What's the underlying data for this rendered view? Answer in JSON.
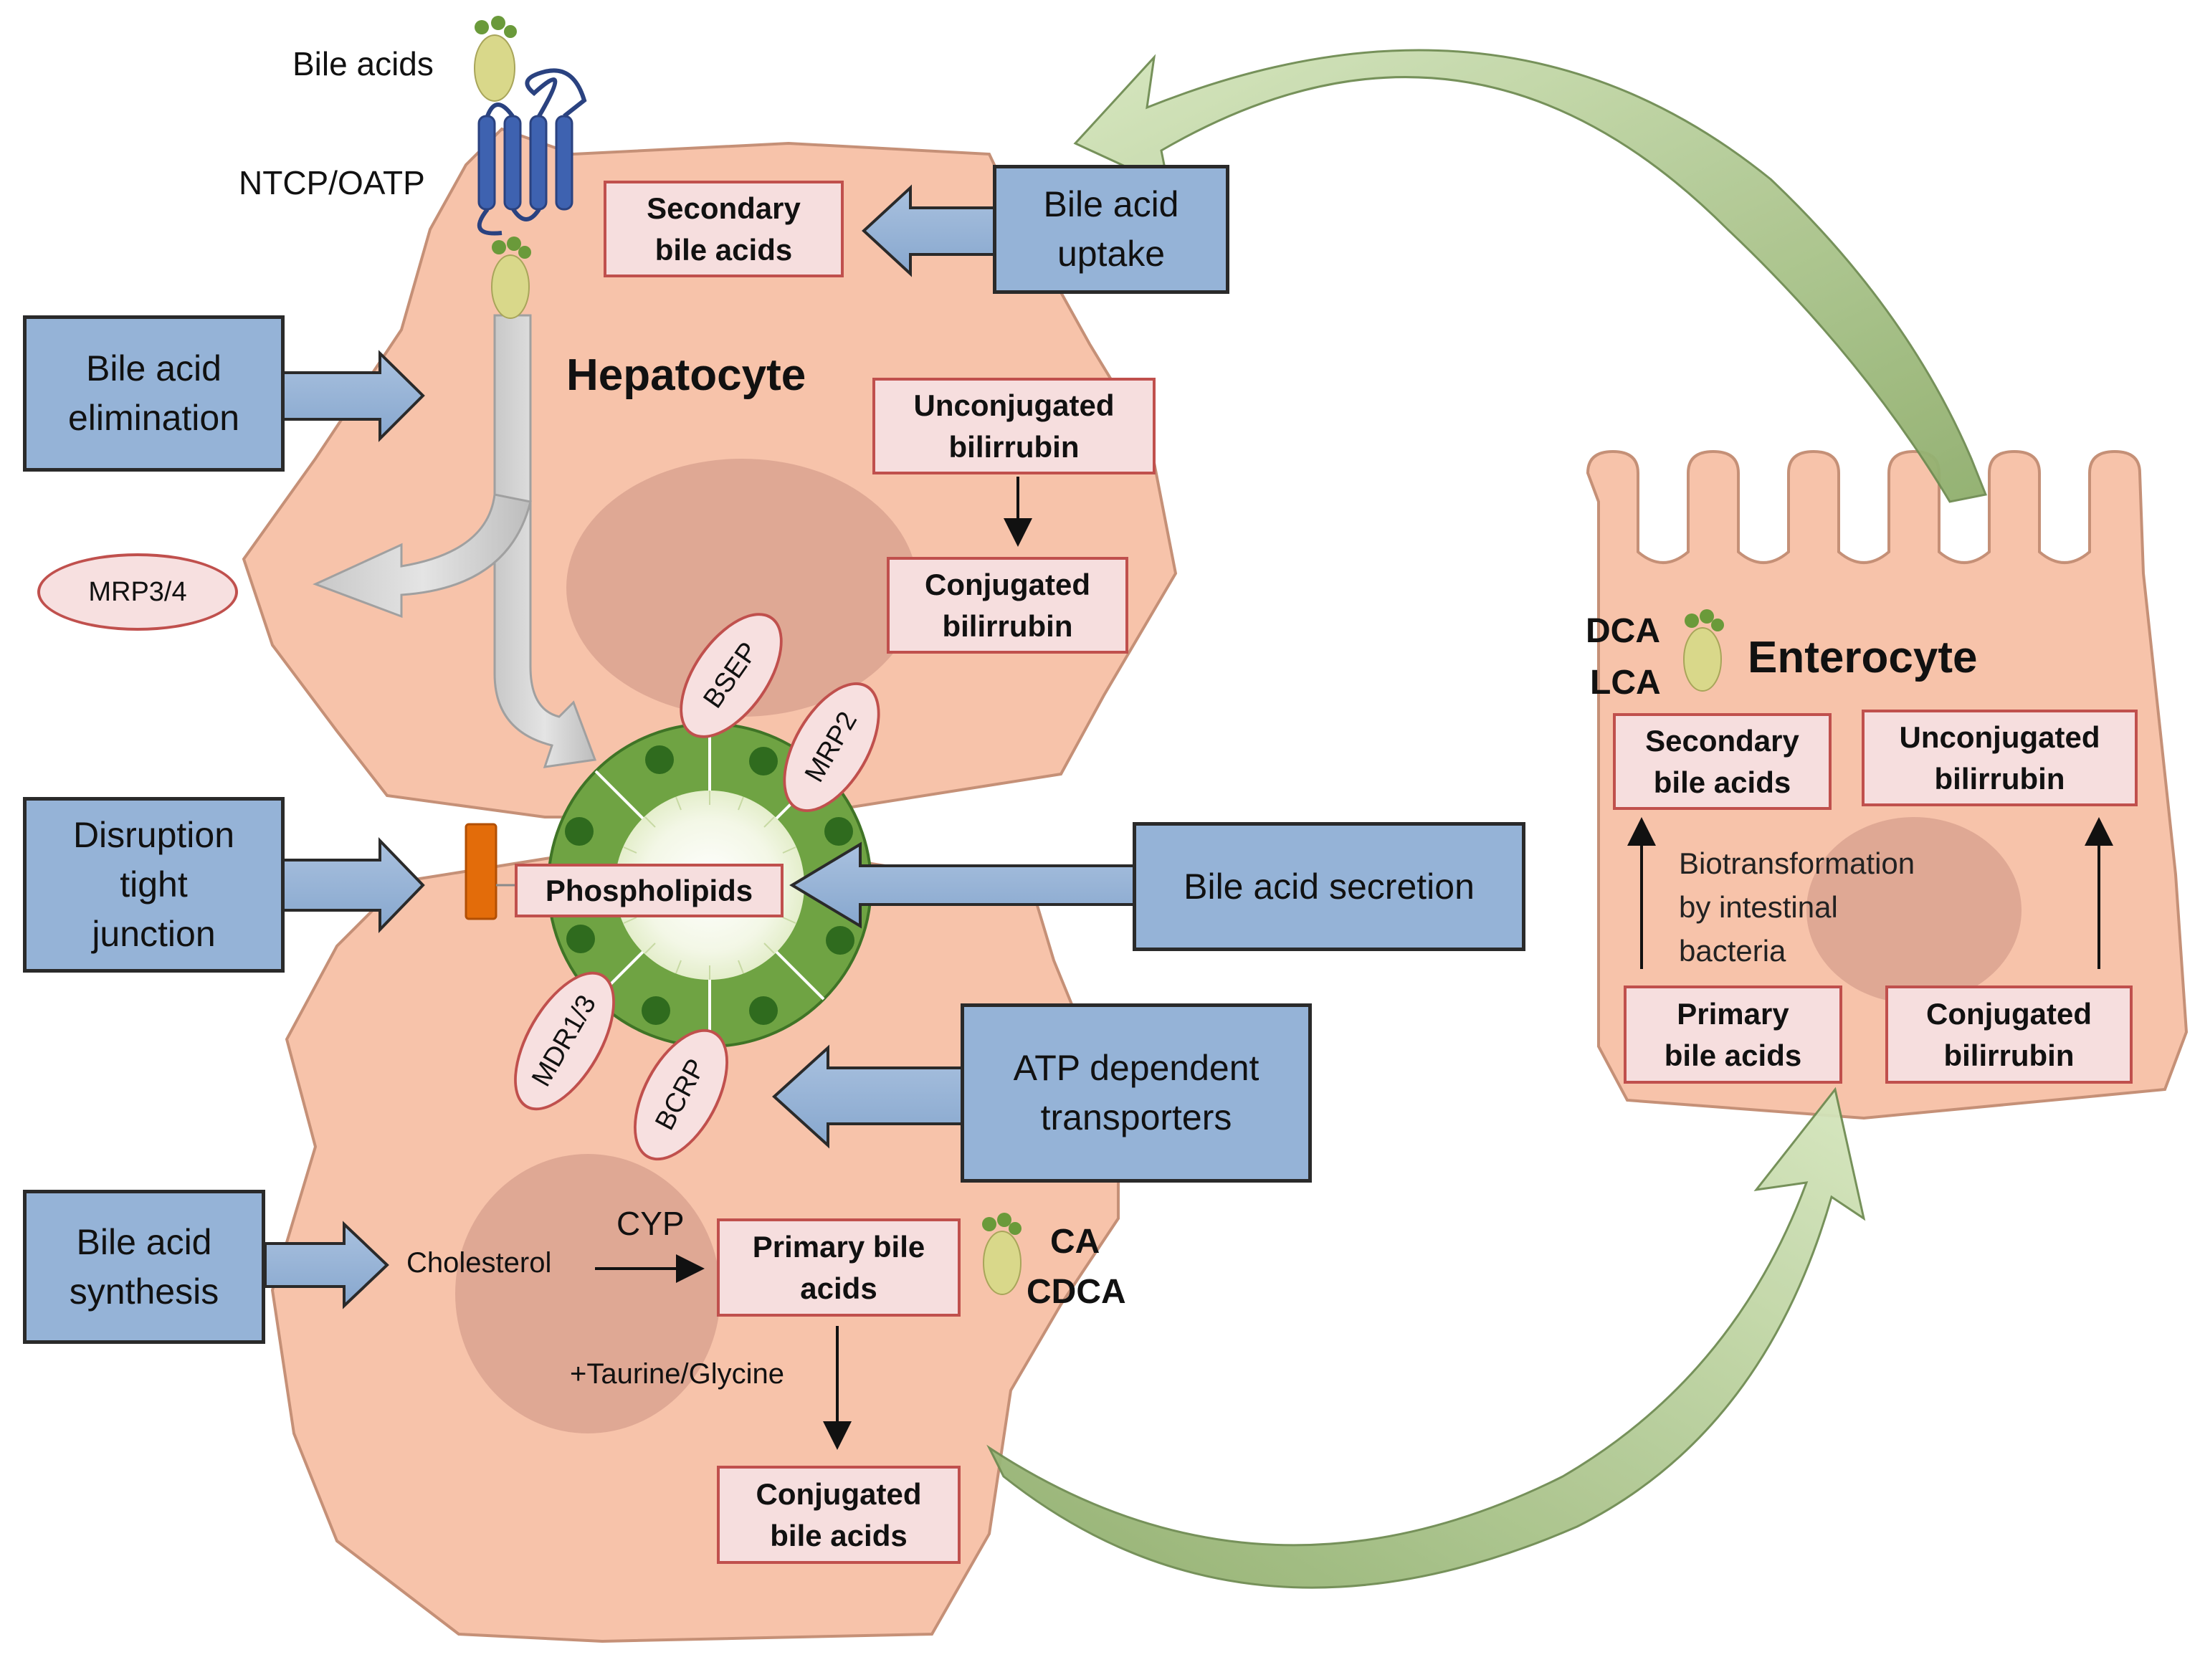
{
  "colors": {
    "cell_fill": "#f7c3aa",
    "cell_edge": "#c59077",
    "nucleus": "#dba391",
    "blue_box": "#95b3d7",
    "pink_box": "#f6dede",
    "pink_border": "#c0504d",
    "canaliculus_green": "#6fa343",
    "canaliculus_dark": "#2f6b1e",
    "bile_acid_green": "#d9d88a",
    "tight_junction": "#e36c0a",
    "big_arrow_green": "#9ab779"
  },
  "labels": {
    "bile_acids": "Bile acids",
    "ntcp_oatp": "NTCP/OATP",
    "hepatocyte": "Hepatocyte",
    "enterocyte": "Enterocyte",
    "cholesterol": "Cholesterol",
    "cyp": "CYP",
    "taurine_glycine": "+Taurine/Glycine",
    "ca": "CA",
    "cdca": "CDCA",
    "dca": "DCA",
    "lca": "LCA",
    "biotransformation": "Biotransformation\nby intestinal\nbacteria"
  },
  "blue_boxes": {
    "bile_acid_uptake": "Bile acid\nuptake",
    "bile_acid_elimination": "Bile acid\nelimination",
    "disruption_tight_junction": "Disruption\ntight\njunction",
    "bile_acid_secretion": "Bile acid secretion",
    "atp_dependent_transporters": "ATP dependent\ntransporters",
    "bile_acid_synthesis": "Bile acid\nsynthesis"
  },
  "pink_boxes": {
    "secondary_bile_acids_hep": "Secondary\nbile acids",
    "unconjugated_bilirrubin_hep": "Unconjugated\nbilirrubin",
    "conjugated_bilirrubin_hep": "Conjugated\nbilirrubin",
    "phospholipids": "Phospholipids",
    "primary_bile_acids_hep": "Primary bile\nacids",
    "conjugated_bile_acids_hep": "Conjugated\nbile acids",
    "secondary_bile_acids_ent": "Secondary\nbile acids",
    "unconjugated_bilirrubin_ent": "Unconjugated\nbilirrubin",
    "primary_bile_acids_ent": "Primary\nbile acids",
    "conjugated_bilirrubin_ent": "Conjugated\nbilirrubin"
  },
  "transporters": {
    "mrp3_4": "MRP3/4",
    "bsep": "BSEP",
    "mrp2": "MRP2",
    "mdr1_3": "MDR1/3",
    "bcrp": "BCRP"
  }
}
